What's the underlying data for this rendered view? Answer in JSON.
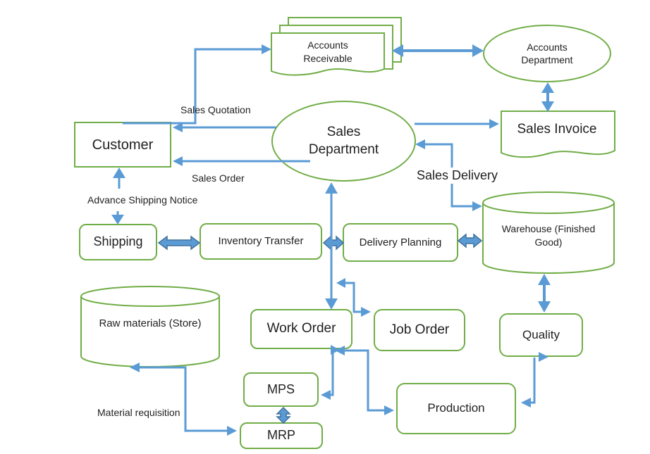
{
  "diagram": {
    "colors": {
      "shape_stroke": "#70AD47",
      "connector_blue": "#5B9BD5",
      "thick_arrow_fill": "#5B9BD5",
      "thick_arrow_stroke": "#41719C",
      "text": "#1f1f1f",
      "background": "#ffffff"
    },
    "nodes": {
      "customer": {
        "label": "Customer",
        "shape": "rectangle"
      },
      "accounts_receivable": {
        "label": "Accounts Receivable",
        "shape": "stacked-documents"
      },
      "accounts_department": {
        "label": "Accounts Department",
        "shape": "ellipse"
      },
      "sales_invoice": {
        "label": "Sales Invoice",
        "shape": "document"
      },
      "sales_department": {
        "label": "Sales Department",
        "shape": "ellipse"
      },
      "shipping": {
        "label": "Shipping",
        "shape": "rounded-rectangle"
      },
      "inventory_transfer": {
        "label": "Inventory Transfer",
        "shape": "rounded-rectangle"
      },
      "delivery_planning": {
        "label": "Delivery Planning",
        "shape": "rounded-rectangle"
      },
      "warehouse": {
        "label": "Warehouse (Finished Good)",
        "shape": "cylinder"
      },
      "raw_materials": {
        "label": "Raw materials (Store)",
        "shape": "cylinder"
      },
      "work_order": {
        "label": "Work Order",
        "shape": "rounded-rectangle"
      },
      "job_order": {
        "label": "Job Order",
        "shape": "rounded-rectangle"
      },
      "quality": {
        "label": "Quality",
        "shape": "rounded-rectangle"
      },
      "production": {
        "label": "Production",
        "shape": "rounded-rectangle"
      },
      "mps": {
        "label": "MPS",
        "shape": "rounded-rectangle"
      },
      "mrp": {
        "label": "MRP",
        "shape": "rounded-rectangle"
      }
    },
    "edge_labels": {
      "sales_quotation": "Sales Quotation",
      "sales_order": "Sales Order",
      "advance_shipping_notice": "Advance Shipping Notice",
      "sales_delivery": "Sales Delivery",
      "material_requisition": "Material requisition"
    },
    "connections": [
      {
        "from": "customer",
        "to": "accounts_receivable",
        "style": "elbow-arrow"
      },
      {
        "from": "accounts_receivable",
        "to": "accounts_department",
        "style": "double-arrow"
      },
      {
        "from": "accounts_department",
        "to": "sales_invoice",
        "style": "double-arrow"
      },
      {
        "from": "sales_department",
        "to": "sales_invoice",
        "style": "arrow"
      },
      {
        "from": "sales_department",
        "to": "customer",
        "label": "sales_quotation",
        "style": "arrow"
      },
      {
        "from": "sales_department",
        "to": "customer",
        "label": "sales_order",
        "style": "arrow"
      },
      {
        "from": "shipping",
        "to": "customer",
        "label": "advance_shipping_notice",
        "style": "arrow"
      },
      {
        "from": "shipping",
        "to": "inventory_transfer",
        "style": "thick-double-arrow"
      },
      {
        "from": "inventory_transfer",
        "to": "delivery_planning",
        "style": "thick-double-arrow"
      },
      {
        "from": "delivery_planning",
        "to": "warehouse",
        "style": "thick-double-arrow"
      },
      {
        "from": "warehouse",
        "to": "sales_department",
        "label": "sales_delivery",
        "style": "elbow-double-arrow"
      },
      {
        "from": "work_order",
        "to": "sales_department",
        "style": "double-arrow"
      },
      {
        "from": "work_order",
        "to": "job_order",
        "style": "elbow-double-arrow"
      },
      {
        "from": "work_order",
        "to": "mps",
        "style": "elbow-double-arrow"
      },
      {
        "from": "work_order",
        "to": "production",
        "style": "elbow-double-arrow"
      },
      {
        "from": "mps",
        "to": "mrp",
        "style": "thick-double-arrow"
      },
      {
        "from": "mrp",
        "to": "raw_materials",
        "label": "material_requisition",
        "style": "elbow-double-arrow"
      },
      {
        "from": "warehouse",
        "to": "quality",
        "style": "double-arrow"
      },
      {
        "from": "quality",
        "to": "production",
        "style": "elbow-double-arrow"
      }
    ]
  }
}
